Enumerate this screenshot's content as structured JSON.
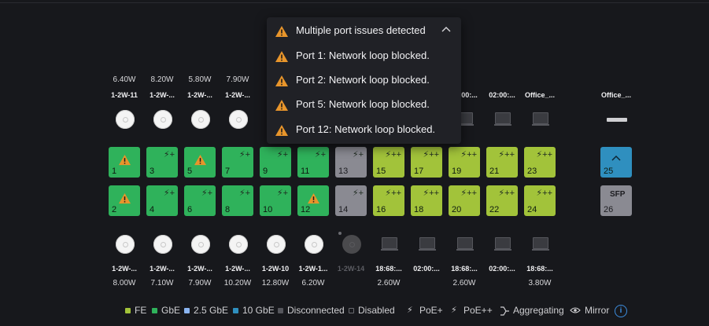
{
  "popup": {
    "header": "Multiple port issues detected",
    "items": [
      "Port 1: Network loop blocked.",
      "Port 2: Network loop blocked.",
      "Port 5: Network loop blocked.",
      "Port 12: Network loop blocked."
    ]
  },
  "top_row": {
    "watts": [
      "6.40W",
      "8.20W",
      "5.80W",
      "7.90W",
      "7",
      "",
      "",
      "",
      "",
      "",
      "",
      ""
    ],
    "names": [
      "1-2W-11",
      "1-2W-...",
      "1-2W-...",
      "1-2W-...",
      "1",
      "",
      "",
      "",
      "00:...",
      "02:00:...",
      "02:00:...",
      "Office_..."
    ]
  },
  "bottom_row": {
    "names": [
      "1-2W-...",
      "1-2W-...",
      "1-2W-...",
      "1-2W-...",
      "1-2W-10",
      "1-2W-1...",
      "1-2W-14",
      "18:68:...",
      "02:00:...",
      "18:68:...",
      "02:00:...",
      "18:68:..."
    ],
    "watts": [
      "8.00W",
      "7.10W",
      "7.90W",
      "10.20W",
      "12.80W",
      "6.20W",
      "",
      "2.60W",
      "",
      "2.60W",
      "",
      "3.80W"
    ]
  },
  "ports_top": [
    {
      "num": "1",
      "type": "gbe",
      "warn": true,
      "poe": ""
    },
    {
      "num": "3",
      "type": "gbe",
      "warn": false,
      "poe": "⚡+"
    },
    {
      "num": "5",
      "type": "gbe",
      "warn": true,
      "poe": ""
    },
    {
      "num": "7",
      "type": "gbe",
      "warn": false,
      "poe": "⚡+"
    },
    {
      "num": "9",
      "type": "gbe",
      "warn": false,
      "poe": "⚡+"
    },
    {
      "num": "11",
      "type": "gbe",
      "warn": false,
      "poe": "⚡+"
    },
    {
      "num": "13",
      "type": "dis",
      "warn": false,
      "poe": "⚡+"
    },
    {
      "num": "15",
      "type": "fe",
      "warn": false,
      "poe": "⚡++"
    },
    {
      "num": "17",
      "type": "fe",
      "warn": false,
      "poe": "⚡++"
    },
    {
      "num": "19",
      "type": "fe",
      "warn": false,
      "poe": "⚡++"
    },
    {
      "num": "21",
      "type": "fe",
      "warn": false,
      "poe": "⚡++"
    },
    {
      "num": "23",
      "type": "fe",
      "warn": false,
      "poe": "⚡++"
    }
  ],
  "ports_bottom": [
    {
      "num": "2",
      "type": "gbe",
      "warn": true,
      "poe": ""
    },
    {
      "num": "4",
      "type": "gbe",
      "warn": false,
      "poe": "⚡+"
    },
    {
      "num": "6",
      "type": "gbe",
      "warn": false,
      "poe": "⚡+"
    },
    {
      "num": "8",
      "type": "gbe",
      "warn": false,
      "poe": "⚡+"
    },
    {
      "num": "10",
      "type": "gbe",
      "warn": false,
      "poe": "⚡+"
    },
    {
      "num": "12",
      "type": "gbe",
      "warn": true,
      "poe": ""
    },
    {
      "num": "14",
      "type": "dis",
      "warn": false,
      "poe": "⚡+"
    },
    {
      "num": "16",
      "type": "fe",
      "warn": false,
      "poe": "⚡++"
    },
    {
      "num": "18",
      "type": "fe",
      "warn": false,
      "poe": "⚡++"
    },
    {
      "num": "20",
      "type": "fe",
      "warn": false,
      "poe": "⚡++"
    },
    {
      "num": "22",
      "type": "fe",
      "warn": false,
      "poe": "⚡++"
    },
    {
      "num": "24",
      "type": "fe",
      "warn": false,
      "poe": "⚡++"
    }
  ],
  "sfp_ports": {
    "port25": {
      "num": "25"
    },
    "port26": {
      "num": "26",
      "label": "SFP"
    }
  },
  "legend": {
    "fe": "FE",
    "gbe": "GbE",
    "g25": "2.5 GbE",
    "g10": "10 GbE",
    "disconnected": "Disconnected",
    "disabled": "Disabled",
    "poe_plus": "PoE+",
    "poe_plus_plus": "PoE++",
    "aggregating": "Aggregating",
    "mirror": "Mirror"
  },
  "colors": {
    "gbe": "#2fb25b",
    "fe": "#a2c33a",
    "g25": "#8ab4f0",
    "g10": "#2f8fbf",
    "disconnected": "#55565c",
    "warning": "#e8952b"
  }
}
